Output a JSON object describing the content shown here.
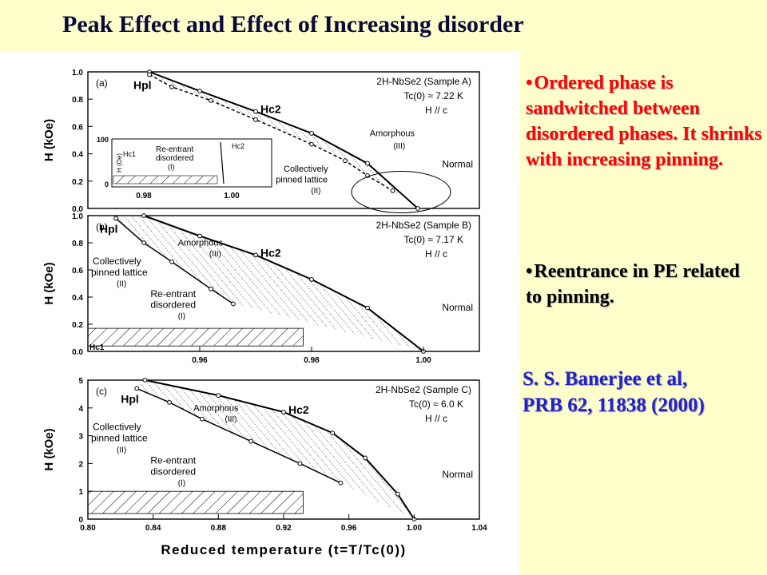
{
  "title": "Peak Effect and Effect of Increasing disorder",
  "bullets": [
    "Ordered phase is sandwitched between disordered phases. It shrinks with increasing pinning.",
    "Reentrance in PE related to pinning."
  ],
  "citation": {
    "line1": "S. S. Banerjee et al,",
    "line2": "PRB 62, 11838 (2000)"
  },
  "colors": {
    "background": "#FFFFCC",
    "bullet_highlight": "#FF0000",
    "citation": "#2222CC",
    "title": "#0A0A3A"
  },
  "figure": {
    "shared_xlabel": "Reduced temperature (t=T/Tc(0))",
    "inset": {
      "ylabel": "H (Oe)",
      "y_ticks": [
        "0",
        "100"
      ],
      "x_ticks": [
        "0.98",
        "1.00"
      ],
      "labels": {
        "reentrant": "Re-entrant",
        "disordered": "disordered",
        "roman": "(I)",
        "hc1": "Hc1",
        "hc2": "Hc2"
      }
    }
  },
  "chart_data": [
    {
      "panel": "(a)",
      "type": "line",
      "sample": "2H-NbSe2 (Sample A)",
      "tc": "Tc(0) ≈ 7.22 K",
      "field": "H // c",
      "ylabel": "H (kOe)",
      "xlim": [
        0.94,
        1.01
      ],
      "ylim": [
        0.0,
        1.0
      ],
      "y_ticks": [
        "0.0",
        "0.2",
        "0.4",
        "0.6",
        "0.8",
        "1.0"
      ],
      "grid": false,
      "labels": {
        "hpl": "Hpl",
        "hc2": "Hc2",
        "amorphous": "Amorphous",
        "amorphous_roman": "(III)",
        "collective1": "Collectively",
        "collective2": "pinned lattice",
        "collective_roman": "(II)",
        "normal": "Normal"
      },
      "series": [
        {
          "name": "Hc2",
          "x": [
            0.951,
            0.96,
            0.97,
            0.98,
            0.99,
            0.999
          ],
          "y": [
            1.0,
            0.86,
            0.71,
            0.55,
            0.33,
            0.0
          ]
        },
        {
          "name": "Hpl",
          "x": [
            0.951,
            0.955,
            0.962,
            0.97,
            0.98,
            0.986,
            0.99,
            0.9945
          ],
          "y": [
            0.98,
            0.89,
            0.79,
            0.65,
            0.47,
            0.35,
            0.24,
            0.13
          ]
        }
      ]
    },
    {
      "panel": "(b)",
      "type": "line",
      "sample": "2H-NbSe2 (Sample B)",
      "tc": "Tc(0) ≈ 7.17 K",
      "field": "H // c",
      "ylabel": "H (kOe)",
      "xlim": [
        0.94,
        1.01
      ],
      "ylim": [
        0.0,
        1.0
      ],
      "x_ticks": [
        "0.96",
        "0.98",
        "1.00"
      ],
      "y_ticks": [
        "0.0",
        "0.2",
        "0.4",
        "0.6",
        "0.8",
        "1.0"
      ],
      "grid": false,
      "labels": {
        "hpl": "Hpl",
        "hc2": "Hc2",
        "amorphous": "Amorphous",
        "amorphous_roman": "(III)",
        "collective1": "Collectively",
        "collective2": "pinned lattice",
        "collective_roman": "(II)",
        "reentrant1": "Re-entrant",
        "reentrant2": "disordered",
        "reentrant_roman": "(I)",
        "normal": "Normal",
        "hc1": "Hc1"
      },
      "series": [
        {
          "name": "Hc2",
          "x": [
            0.95,
            0.96,
            0.97,
            0.98,
            0.99,
            1.0
          ],
          "y": [
            1.0,
            0.85,
            0.71,
            0.53,
            0.32,
            0.0
          ]
        },
        {
          "name": "Hpl",
          "x": [
            0.945,
            0.95,
            0.955,
            0.962,
            0.966
          ],
          "y": [
            0.98,
            0.8,
            0.66,
            0.46,
            0.35
          ]
        }
      ]
    },
    {
      "panel": "(c)",
      "type": "line",
      "sample": "2H-NbSe2 (Sample C)",
      "tc": "Tc(0) ≈ 6.0 K",
      "field": "H // c",
      "ylabel": "H (kOe)",
      "xlabel": "Reduced temperature (t=T/Tc(0))",
      "xlim": [
        0.8,
        1.04
      ],
      "ylim": [
        0,
        5
      ],
      "x_ticks": [
        "0.80",
        "0.84",
        "0.88",
        "0.92",
        "0.96",
        "1.00",
        "1.04"
      ],
      "y_ticks": [
        "0",
        "1",
        "2",
        "3",
        "4",
        "5"
      ],
      "grid": false,
      "labels": {
        "hpl": "Hpl",
        "hc2": "Hc2",
        "amorphous": "Amorphous",
        "amorphous_roman": "(III)",
        "collective1": "Collectively",
        "collective2": "pinned lattice",
        "collective_roman": "(II)",
        "reentrant1": "Re-entrant",
        "reentrant2": "disordered",
        "reentrant_roman": "(I)",
        "normal": "Normal"
      },
      "series": [
        {
          "name": "Hc2",
          "x": [
            0.835,
            0.88,
            0.92,
            0.95,
            0.97,
            0.99,
            1.0
          ],
          "y": [
            5.0,
            4.45,
            3.85,
            3.1,
            2.2,
            0.9,
            0.0
          ]
        },
        {
          "name": "Hpl",
          "x": [
            0.83,
            0.85,
            0.87,
            0.9,
            0.93,
            0.955
          ],
          "y": [
            4.7,
            4.2,
            3.6,
            2.8,
            2.0,
            1.3
          ]
        }
      ]
    }
  ]
}
